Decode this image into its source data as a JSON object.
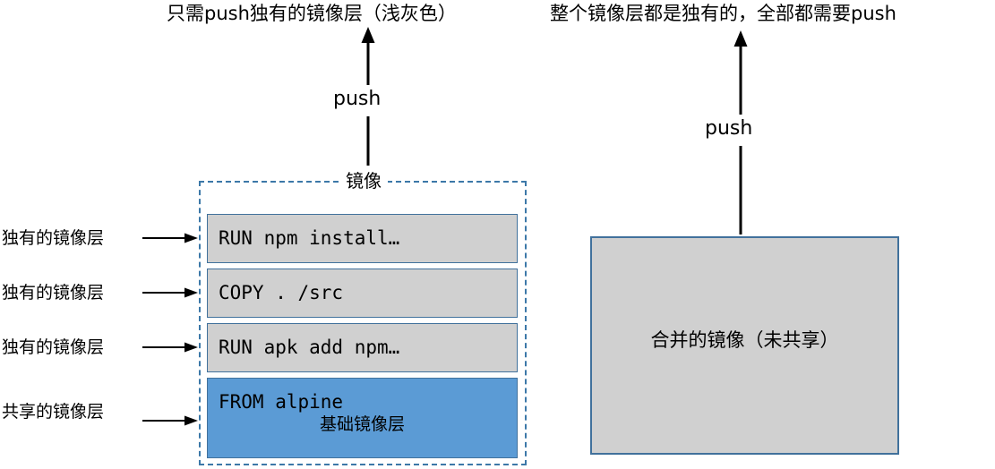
{
  "diagram": {
    "left_panel": {
      "title": "只需push独有的镜像层（浅灰色）",
      "push_label": "push",
      "container_label": "镜像",
      "layers": [
        {
          "command": "RUN npm install…",
          "annotation": "独有的镜像层",
          "fill": "#d0d0d0"
        },
        {
          "command": "COPY . /src",
          "annotation": "独有的镜像层",
          "fill": "#d0d0d0"
        },
        {
          "command": "RUN apk add npm…",
          "annotation": "独有的镜像层",
          "fill": "#d0d0d0"
        },
        {
          "command": "FROM alpine",
          "sublabel": "基础镜像层",
          "annotation": "共享的镜像层",
          "fill": "#5b9bd5"
        }
      ]
    },
    "right_panel": {
      "title": "整个镜像层都是独有的，全部都需要push",
      "push_label": "push",
      "box_label": "合并的镜像（未共享）",
      "fill": "#d0d0d0"
    },
    "colors": {
      "unique_layer_gray": "#d0d0d0",
      "base_layer_blue": "#5b9bd5",
      "border_blue": "#41719c",
      "dashed_border_blue": "#3c78a8",
      "arrow_black": "#000000"
    }
  }
}
